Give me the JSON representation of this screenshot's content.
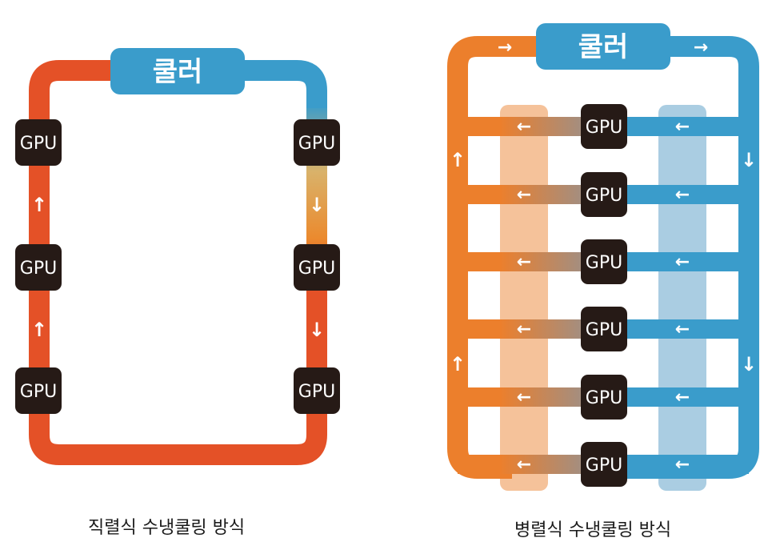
{
  "colors": {
    "hot": "#e45127",
    "hot_orange": "#ec7f2c",
    "cold": "#3a9ccb",
    "gpu": "#261a16",
    "hot_band": "#f5c29a",
    "cold_band": "#aacde2"
  },
  "series_diagram": {
    "cooler_label": "쿨러",
    "gpu_label": "GPU",
    "flow_arrow_up": "↑",
    "flow_arrow_down": "↓",
    "caption": "직렬식 수냉쿨링 방식"
  },
  "parallel_diagram": {
    "cooler_label": "쿨러",
    "gpu_label": "GPU",
    "flow_arrow_right": "→",
    "flow_arrow_left": "←",
    "flow_arrow_up": "↑",
    "flow_arrow_down": "↓",
    "caption": "병렬식 수냉쿨링 방식"
  }
}
